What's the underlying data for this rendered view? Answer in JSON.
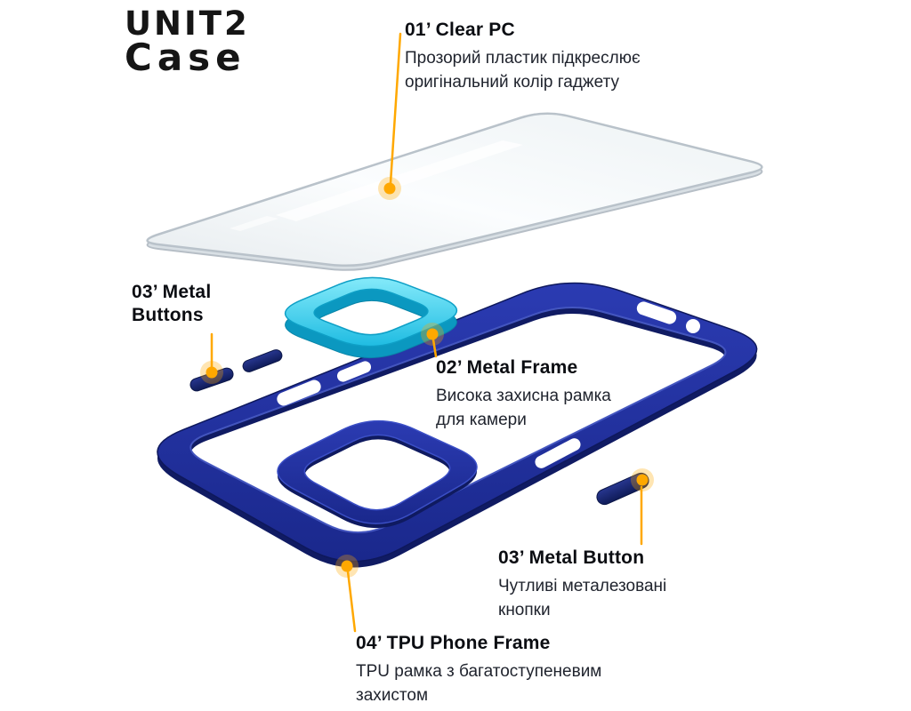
{
  "logo": {
    "line1": "UNIT2",
    "line2": "Case"
  },
  "annotations": {
    "clear_pc": {
      "title": "01’ Clear PC",
      "desc": "Прозорий пластик підкреслює оригінальний колір гаджету"
    },
    "metal_frame": {
      "title": "02’ Metal Frame",
      "desc": "Висока захисна рамка для камери"
    },
    "metal_buttons": {
      "title": "03’ Metal Buttons"
    },
    "metal_button": {
      "title": "03’ Metal Button",
      "desc": "Чутливі металезовані кнопки"
    },
    "tpu_frame": {
      "title": "04’ TPU Phone Frame",
      "desc": "TPU рамка з багатоступеневим захистом"
    }
  },
  "colors": {
    "accent": "#FFA800",
    "accent_halo": "rgba(255,168,0,0.30)",
    "case_blue": "#1E2C96",
    "camera_cyan": "#2CC4E8",
    "button_navy": "#13205E",
    "text": "#111318"
  },
  "markers": {
    "callout_dot": "filled-circle-with-halo"
  }
}
